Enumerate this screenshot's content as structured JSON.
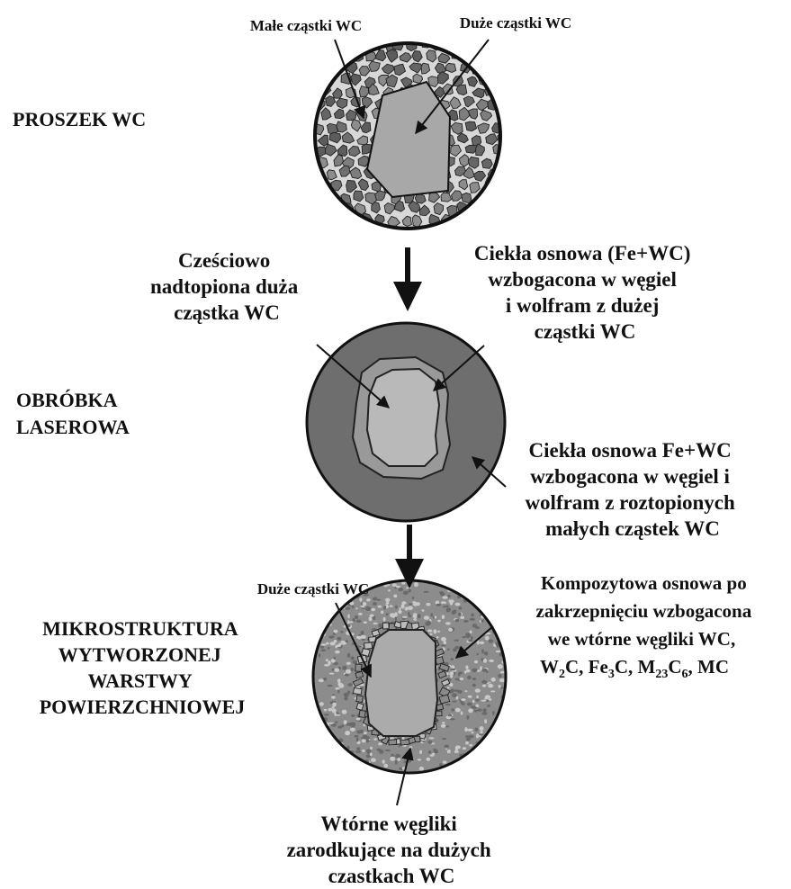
{
  "colors": {
    "ink": "#111111",
    "particle_fill": "#a8a8a8",
    "small_particle_fill": "#6f6f6f",
    "laser_matrix": "#6e6e6e",
    "laser_rim": "#999999",
    "laser_core": "#b9b9b9",
    "micro_matrix": "#8c8c8c",
    "micro_core": "#ababab"
  },
  "stages": {
    "powder": {
      "title": "PROSZEK WC",
      "icon": "powder-circle"
    },
    "laser": {
      "title_lines": [
        "OBRÓBKA",
        "LASEROWA"
      ],
      "icon": "laser-circle"
    },
    "micro": {
      "title_lines": [
        "MIKROSTRUKTURA",
        "WYTWORZONEJ",
        "WARSTWY",
        "POWIERZCHNIOWEJ"
      ],
      "icon": "microstructure-circle"
    }
  },
  "labels": {
    "small_particles": "Małe cząstki WC",
    "large_particles_top": "Duże cząstki WC",
    "partially_melted": [
      "Cześciowo",
      "nadtopiona duża",
      "cząstka WC"
    ],
    "liquid_matrix_large": [
      "Ciekła osnowa (Fe+WC)",
      "wzbogacona w węgiel",
      "i wolfram z dużej",
      "cząstki WC"
    ],
    "liquid_matrix_small": [
      "Ciekła osnowa Fe+WC",
      "wzbogacona w węgiel i",
      "wolfram z roztopionych",
      "małych cząstek WC"
    ],
    "large_particles_bottom": "Duże cząstki WC",
    "composite_matrix": [
      "Kompozytowa osnowa  po",
      "zakrzepnięciu wzbogacona",
      "we wtórne węgliki WC,"
    ],
    "carbides_formula": {
      "w": "W",
      "w_sub": "2",
      "c1": "C, Fe",
      "fe_sub": "3",
      "c2": "C, M",
      "m_sub1": "23",
      "c3": "C",
      "m_sub2": "6",
      "tail": ", MC"
    },
    "secondary_carbides": [
      "Wtórne węgliki",
      "zarodkujące na dużych",
      "czastkach WC"
    ]
  }
}
